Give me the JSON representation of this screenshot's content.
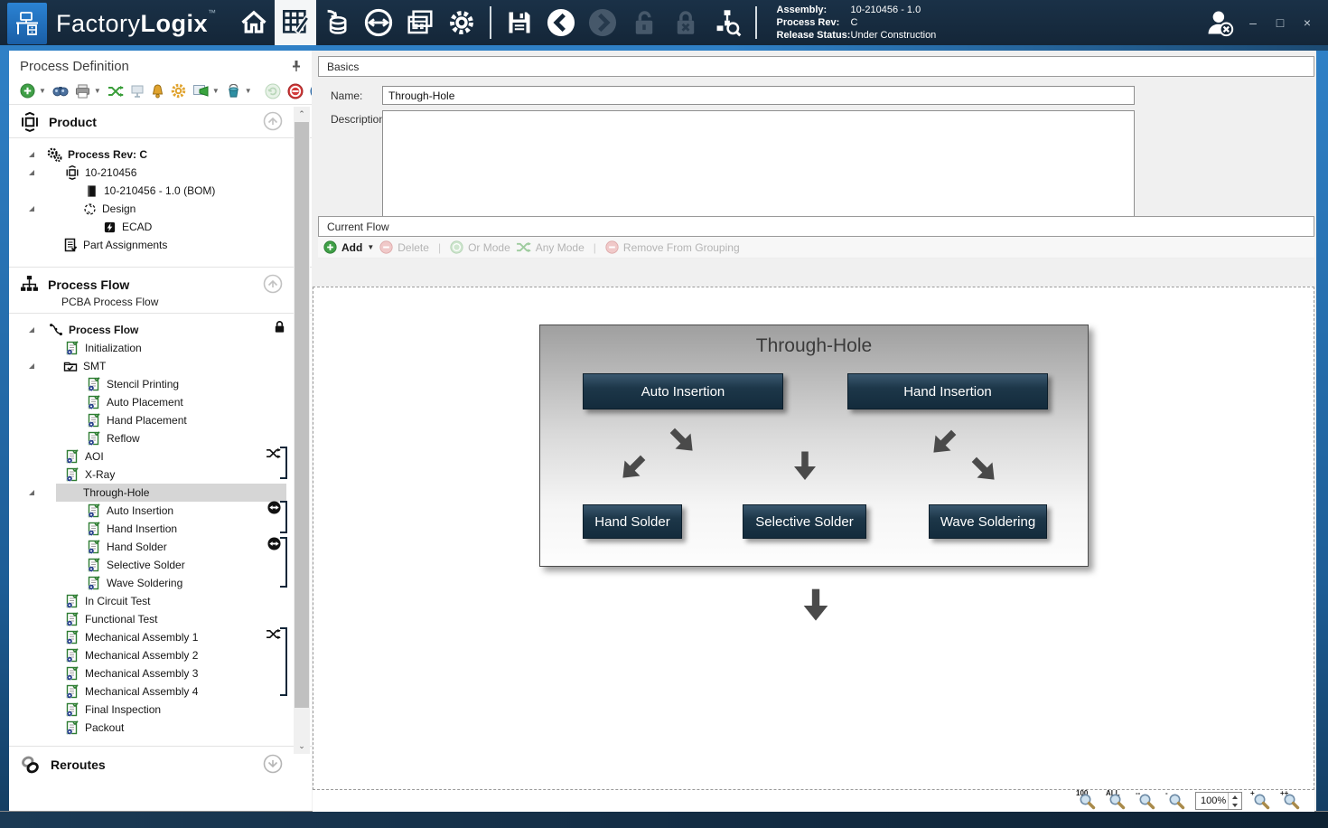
{
  "titlebar": {
    "brand_light": "Factory",
    "brand_bold": "Logix",
    "brand_tm": "™",
    "info": {
      "assembly_label": "Assembly:",
      "assembly_value": "10-210456 - 1.0",
      "rev_label": "Process Rev:",
      "rev_value": "C",
      "status_label": "Release Status:",
      "status_value": "Under Construction"
    }
  },
  "icons": {
    "minimize_glyph": "–",
    "maximize_glyph": "□",
    "close_glyph": "×",
    "scroll_up_glyph": "⌃",
    "scroll_down_glyph": "⌄"
  },
  "sidebar": {
    "title": "Process Definition",
    "product_header": "Product",
    "process_flow_header": "Process Flow",
    "process_flow_sub": "PCBA Process Flow",
    "reroutes_header": "Reroutes",
    "product_tree": [
      {
        "label": "Process Rev: C"
      },
      {
        "label": "10-210456"
      },
      {
        "label": "10-210456 - 1.0 (BOM)"
      },
      {
        "label": "Design"
      },
      {
        "label": "ECAD"
      },
      {
        "label": "Part Assignments"
      }
    ],
    "flow_tree": [
      {
        "label": "Process Flow"
      },
      {
        "label": "Initialization"
      },
      {
        "label": "SMT"
      },
      {
        "label": "Stencil Printing"
      },
      {
        "label": "Auto Placement"
      },
      {
        "label": "Hand Placement"
      },
      {
        "label": "Reflow"
      },
      {
        "label": "AOI"
      },
      {
        "label": "X-Ray"
      },
      {
        "label": "Through-Hole"
      },
      {
        "label": "Auto Insertion"
      },
      {
        "label": "Hand Insertion"
      },
      {
        "label": "Hand Solder"
      },
      {
        "label": "Selective Solder"
      },
      {
        "label": "Wave Soldering"
      },
      {
        "label": "In Circuit Test"
      },
      {
        "label": "Functional Test"
      },
      {
        "label": "Mechanical Assembly 1"
      },
      {
        "label": "Mechanical Assembly 2"
      },
      {
        "label": "Mechanical Assembly 3"
      },
      {
        "label": "Mechanical Assembly 4"
      },
      {
        "label": "Final Inspection"
      },
      {
        "label": "Packout"
      }
    ]
  },
  "basics": {
    "header": "Basics",
    "name_label": "Name:",
    "name_value": "Through-Hole",
    "description_label": "Description"
  },
  "current_flow": {
    "header": "Current Flow",
    "toolbar": {
      "add": "Add",
      "delete": "Delete",
      "or_mode": "Or Mode",
      "any_mode": "Any Mode",
      "remove_from_grouping": "Remove From Grouping"
    },
    "diagram": {
      "group_title": "Through-Hole",
      "nodes_top": [
        "Auto Insertion",
        "Hand Insertion"
      ],
      "nodes_bottom": [
        "Hand Solder",
        "Selective Solder",
        "Wave Soldering"
      ]
    }
  },
  "zoom_controls": {
    "zoom_100_label": "100",
    "zoom_all_label": "ALL",
    "zoom_out_fast_label": "--",
    "zoom_out_label": "-",
    "zoom_value": "100%",
    "zoom_in_label": "+",
    "zoom_in_fast_label": "++"
  },
  "colors": {
    "accent_blue": "#2f80c6",
    "header_navy": "#142638",
    "node_teal": "#1d3749",
    "selected_gray": "#d6d6d6",
    "release_status_color": "#ffffff"
  }
}
